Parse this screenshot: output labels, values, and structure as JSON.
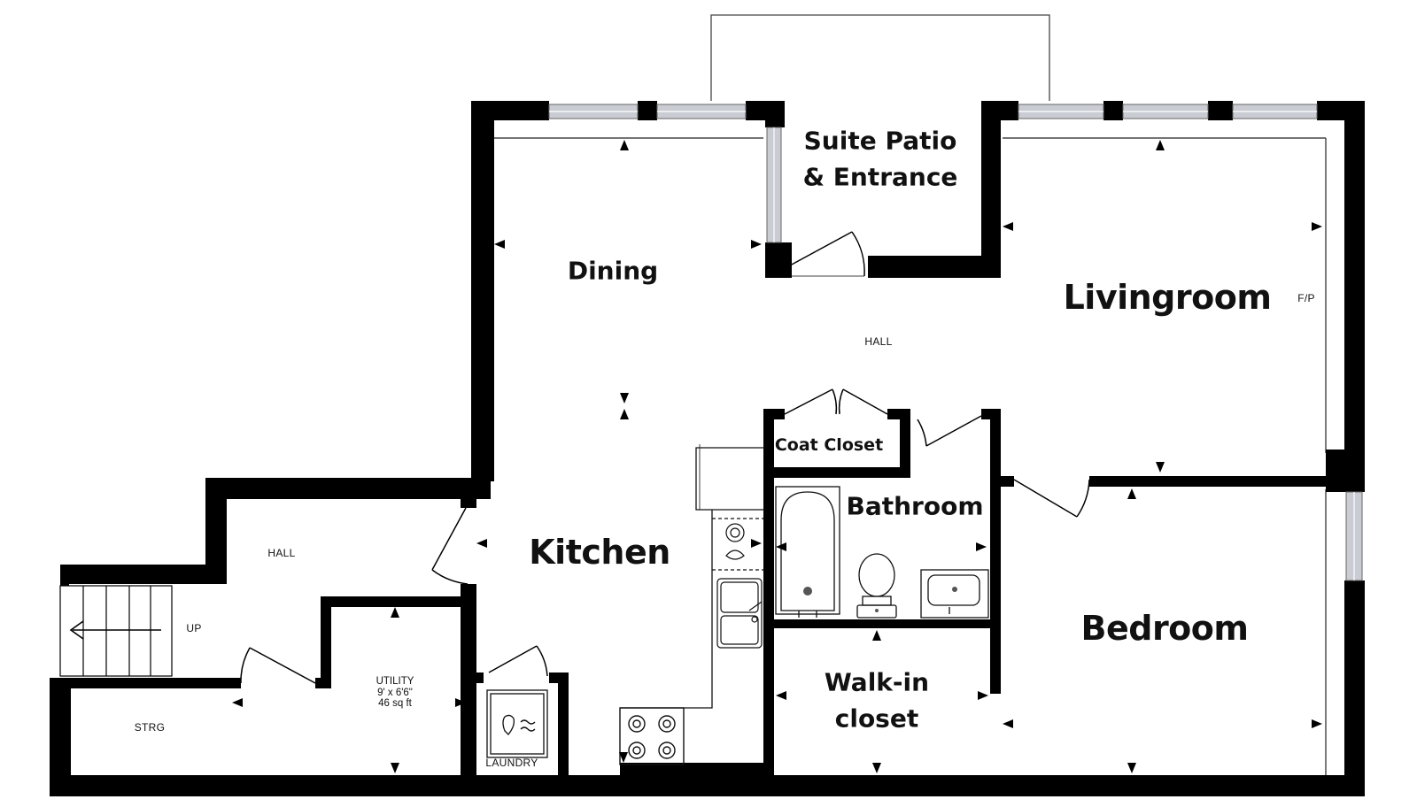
{
  "rooms": {
    "suite_patio_line1": "Suite Patio",
    "suite_patio_line2": "& Entrance",
    "dining": "Dining",
    "livingroom": "Livingroom",
    "kitchen": "Kitchen",
    "coat_closet": "Coat Closet",
    "bathroom": "Bathroom",
    "bedroom": "Bedroom",
    "walkin_line1": "Walk-in",
    "walkin_line2": "closet",
    "laundry": "LAUNDRY",
    "strg": "STRG",
    "hall_center": "HALL",
    "hall_left": "HALL",
    "up": "UP",
    "fp": "F/P",
    "utility": {
      "name": "UTILITY",
      "dims": "9' x 6'6\"",
      "area": "46 sq ft"
    }
  },
  "colors": {
    "wall": "#000000",
    "window": "#c9ccd3",
    "fixture": "#555555",
    "background": "#ffffff"
  }
}
